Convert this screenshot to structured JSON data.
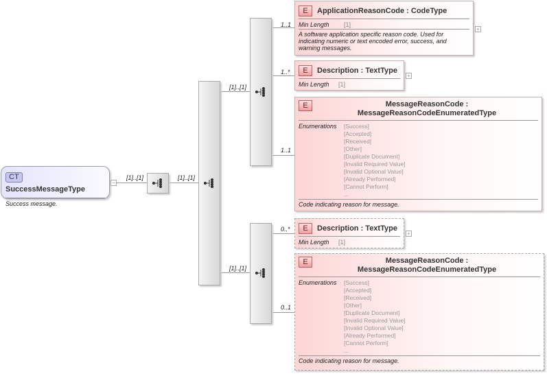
{
  "root": {
    "badge": "CT",
    "name": "SuccessMessageType",
    "description": "Success message."
  },
  "connectors": {
    "root_seq": "[1]..[1]",
    "seq_choice": "[1]..[1]",
    "choice_top": "[1]..[1]",
    "choice_bottom": "[1]..[1]"
  },
  "elements": [
    {
      "badge": "E",
      "title": "ApplicationReasonCode : CodeType",
      "cardinality": "1..1",
      "facet_label": "Min Length",
      "facet_value": "[1]",
      "description": "A software application specific reason code. Used for indicating numeric or text encoded error, success, and warning messages.",
      "optional": false
    },
    {
      "badge": "E",
      "title": "Description : TextType",
      "cardinality": "1..*",
      "facet_label": "Min Length",
      "facet_value": "[1]",
      "optional": false
    },
    {
      "badge": "E",
      "title": "MessageReasonCode : MessageReasonCodeEnumeratedType",
      "cardinality": "1..1",
      "facet_label": "Enumerations",
      "enumerations": [
        "[Success]",
        "[Accepted]",
        "[Received]",
        "[Other]",
        "[Duplicate Document]",
        "[Invalid Required Value]",
        "[Invalid Optional Value]",
        "[Already Performed]",
        "[Cannot Perform]",
        "..."
      ],
      "description": "Code indicating reason for message.",
      "optional": false
    },
    {
      "badge": "E",
      "title": "Description : TextType",
      "cardinality": "0..*",
      "facet_label": "Min Length",
      "facet_value": "[1]",
      "optional": true
    },
    {
      "badge": "E",
      "title": "MessageReasonCode : MessageReasonCodeEnumeratedType",
      "cardinality": "0..1",
      "facet_label": "Enumerations",
      "enumerations": [
        "[Success]",
        "[Accepted]",
        "[Received]",
        "[Other]",
        "[Duplicate Document]",
        "[Invalid Required Value]",
        "[Invalid Optional Value]",
        "[Already Performed]",
        "[Cannot Perform]",
        "..."
      ],
      "description": "Code indicating reason for message.",
      "optional": true
    }
  ]
}
